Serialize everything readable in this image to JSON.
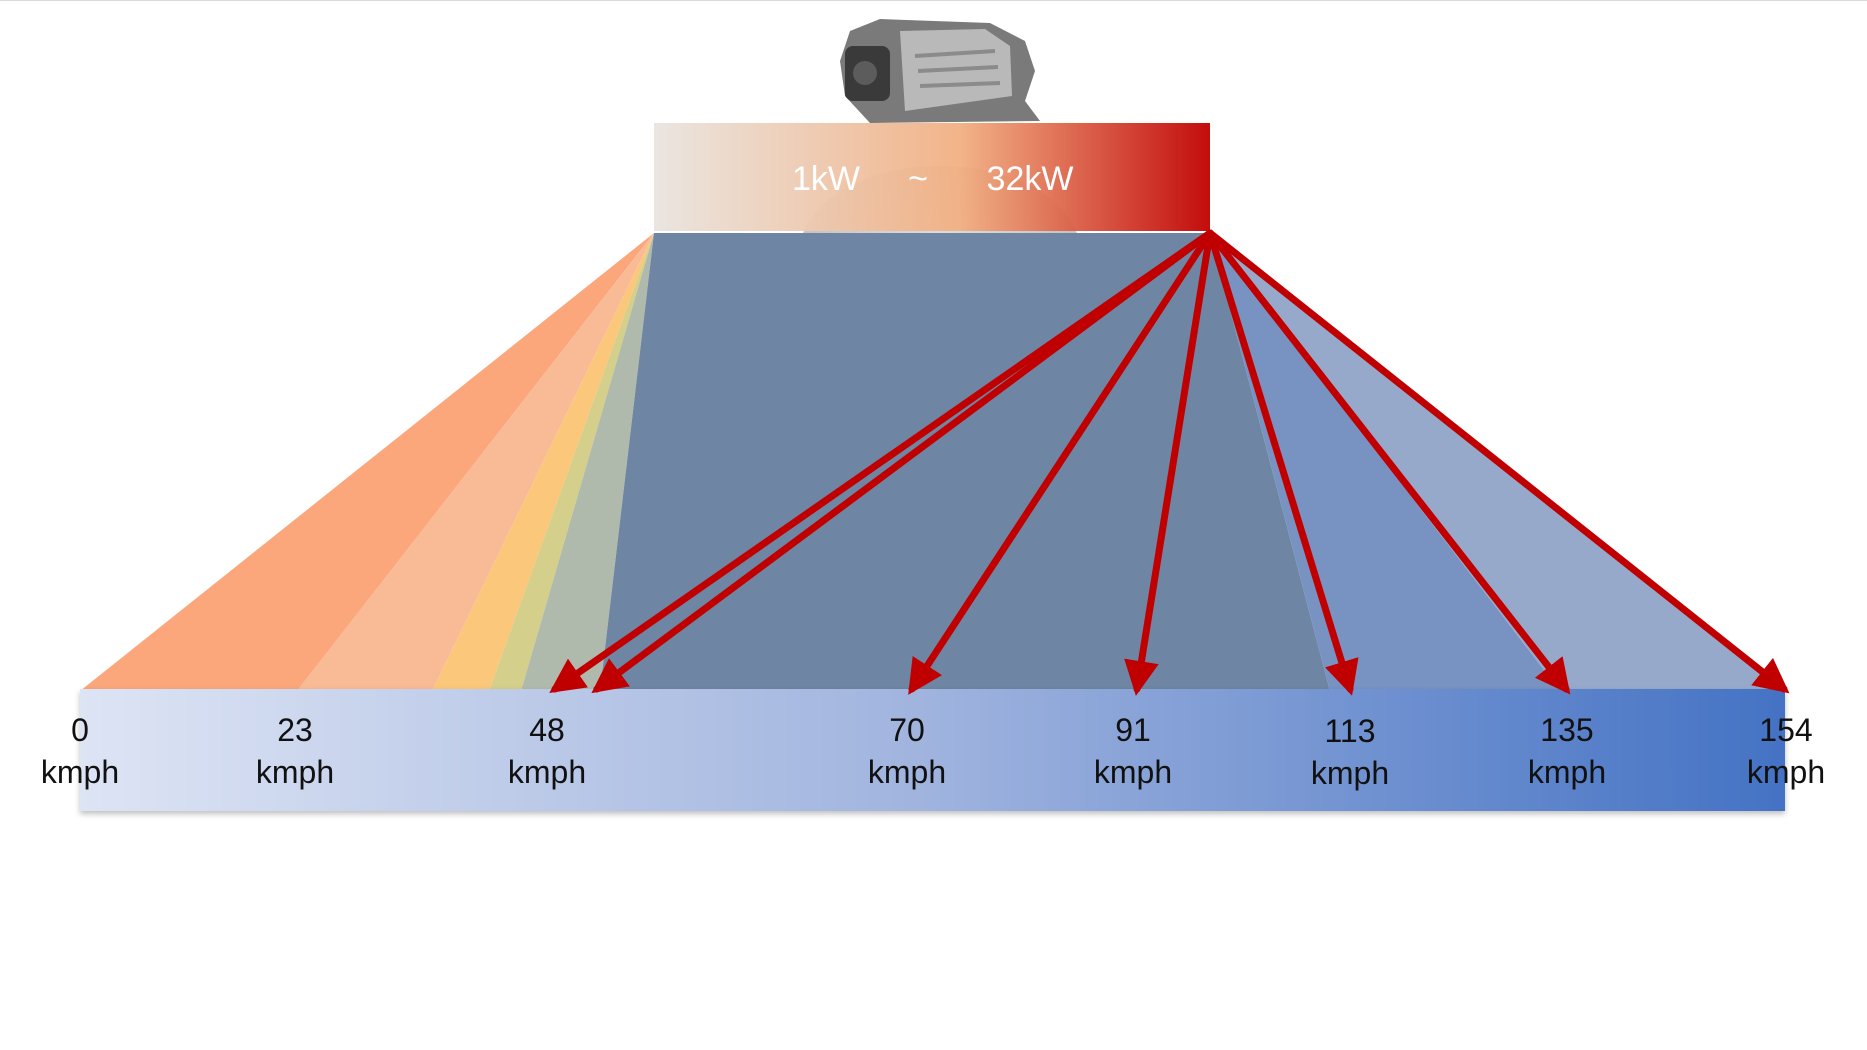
{
  "power_range": {
    "min_label": "1kW",
    "separator": "~",
    "max_label": "32kW"
  },
  "speed_scale": {
    "unit": "kmph",
    "marks": [
      {
        "value": "0",
        "unit": "kmph"
      },
      {
        "value": "23",
        "unit": "kmph"
      },
      {
        "value": "48",
        "unit": "kmph"
      },
      {
        "value": "70",
        "unit": "kmph"
      },
      {
        "value": "91",
        "unit": "kmph"
      },
      {
        "value": "113",
        "unit": "kmph"
      },
      {
        "value": "135",
        "unit": "kmph"
      },
      {
        "value": "154",
        "unit": "kmph"
      }
    ]
  },
  "colors": {
    "arrow": "#c00000",
    "power_high": "#c00000",
    "power_low": "#e7e1dc",
    "speed_low": "#dce3f3",
    "speed_high": "#4472c4",
    "wedge_orange": "#fba67b",
    "wedge_slate": "#6e86a3"
  },
  "icons": {
    "engine": "engine-illustration"
  }
}
